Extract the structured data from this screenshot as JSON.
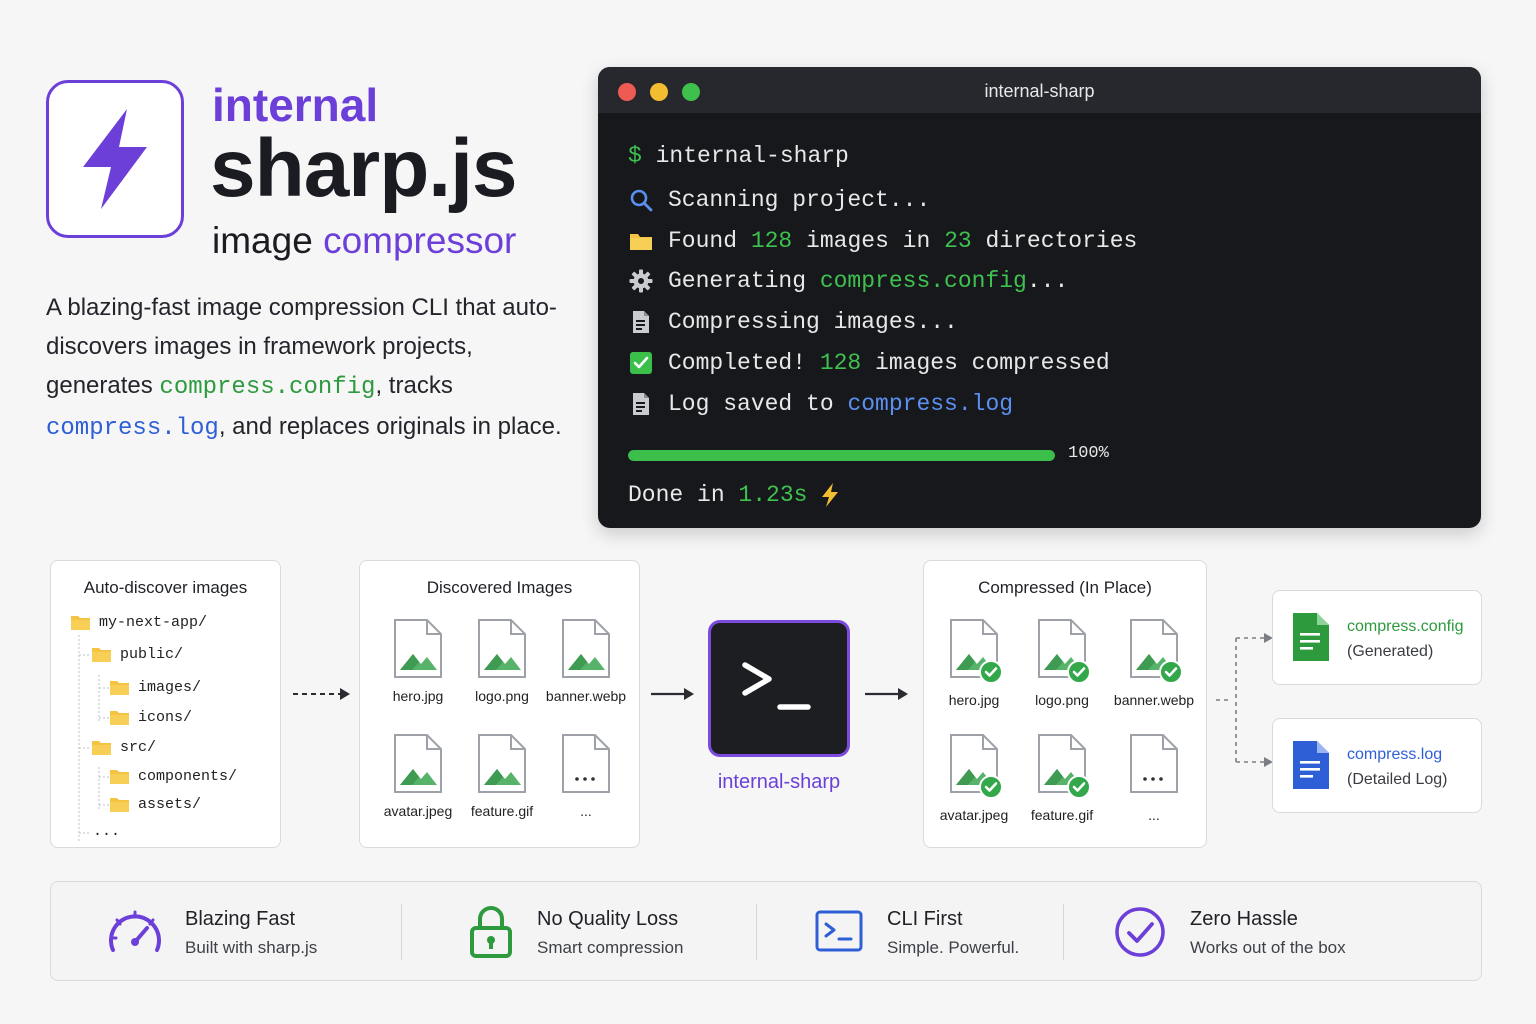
{
  "brand": {
    "prefix": "internal",
    "name": "sharp.js",
    "subtitle_plain": "image ",
    "subtitle_accent": "compressor",
    "accent_color": "#6c3fd9",
    "logo_icon": "lightning-bolt-icon"
  },
  "description": {
    "part1": "A blazing-fast image compression CLI that auto-discovers images in framework projects, generates ",
    "config_file": "compress.config",
    "part2": ", tracks ",
    "log_file": "compress.log",
    "part3": ", and replaces originals in place."
  },
  "terminal": {
    "title": "internal-sharp",
    "prompt": "$",
    "command": "internal-sharp",
    "lines": {
      "scanning": "Scanning project...",
      "found_pre": "Found ",
      "found_count": "128",
      "found_mid": " images in ",
      "found_dirs": "23",
      "found_post": " directories",
      "gen_pre": "Generating ",
      "gen_file": "compress.config",
      "gen_post": "...",
      "compressing": "Compressing images...",
      "done_pre": "Completed! ",
      "done_count": "128",
      "done_post": " images compressed",
      "log_pre": "Log saved to ",
      "log_file": "compress.log"
    },
    "progress_percent": 100,
    "progress_label": "100%",
    "done_pre": "Done in ",
    "done_time": "1.23s"
  },
  "discover": {
    "title": "Auto-discover images",
    "tree": [
      "my-next-app/",
      "public/",
      "images/",
      "icons/",
      "src/",
      "components/",
      "assets/",
      "..."
    ]
  },
  "discovered": {
    "title": "Discovered Images",
    "files": [
      "hero.jpg",
      "logo.png",
      "banner.webp",
      "avatar.jpeg",
      "feature.gif",
      "..."
    ]
  },
  "cli": {
    "prompt_glyph": ">_",
    "label": "internal-sharp"
  },
  "compressed": {
    "title": "Compressed (In Place)",
    "files": [
      "hero.jpg",
      "logo.png",
      "banner.webp",
      "avatar.jpeg",
      "feature.gif",
      "..."
    ]
  },
  "outputs": {
    "config": {
      "name": "compress.config",
      "sub": "(Generated)",
      "color": "#2e9a3e"
    },
    "log": {
      "name": "compress.log",
      "sub": "(Detailed Log)",
      "color": "#2f5fd6"
    }
  },
  "features": [
    {
      "title": "Blazing Fast",
      "sub": "Built with sharp.js",
      "icon": "speedometer-icon"
    },
    {
      "title": "No Quality Loss",
      "sub": "Smart compression",
      "icon": "lock-icon"
    },
    {
      "title": "CLI First",
      "sub": "Simple. Powerful.",
      "icon": "terminal-icon"
    },
    {
      "title": "Zero Hassle",
      "sub": "Works out of the box",
      "icon": "check-circle-icon"
    }
  ]
}
